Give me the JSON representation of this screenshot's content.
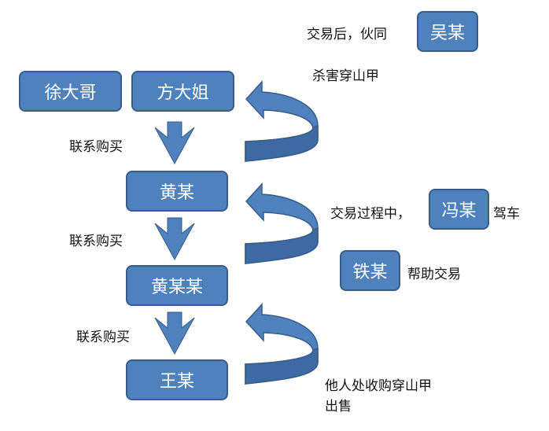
{
  "nodes": {
    "xu": "徐大哥",
    "fang": "方大姐",
    "huang": "黄某",
    "huangmm": "黄某某",
    "wang": "王某",
    "wu": "吴某",
    "feng": "冯某",
    "tie": "铁某"
  },
  "labels": {
    "contact1": "联系购买",
    "contact2": "联系购买",
    "contact3": "联系购买",
    "after_trade": "交易后，伙同",
    "kill": "杀害穿山甲",
    "during_trade": "交易过程中，",
    "drive": "驾车",
    "help": "帮助交易",
    "buy_line1": "他人处收购穿山甲",
    "buy_line2": "出售"
  },
  "colors": {
    "box_fill": "#4f81bd",
    "box_border": "#385d8a",
    "arrow": "#4f81bd",
    "arrow_dark": "#3d6aa3"
  }
}
